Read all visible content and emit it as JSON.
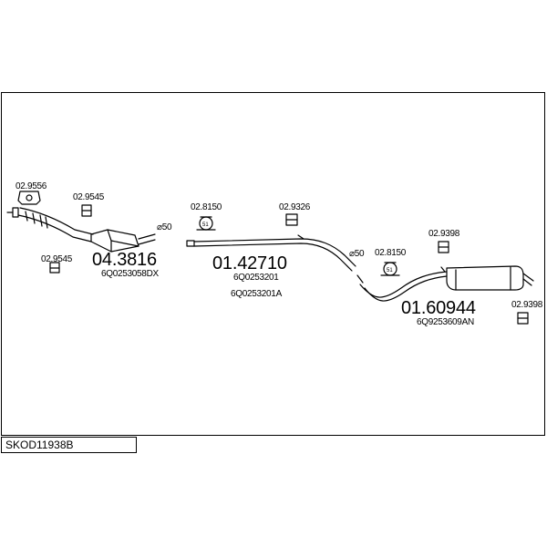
{
  "title_code": "SKOD11938B",
  "parts": [
    {
      "id": "p1",
      "number": "04.3816",
      "oem": [
        "6Q0253058DX"
      ]
    },
    {
      "id": "p2",
      "number": "01.42710",
      "oem": [
        "6Q0253201",
        "6Q0253201A"
      ]
    },
    {
      "id": "p3",
      "number": "01.60944",
      "oem": [
        "6Q9253609AN"
      ]
    }
  ],
  "fittings": {
    "f1": "02.9556",
    "f2": "02.9545",
    "f3": "02.9545",
    "f4": "02.8150",
    "f5": "02.9326",
    "f6": "02.8150",
    "f7": "02.9398",
    "f8": "02.9398"
  },
  "diameters": {
    "d1": "⌀50",
    "d2": "⌀50"
  },
  "clamp_size": "51"
}
